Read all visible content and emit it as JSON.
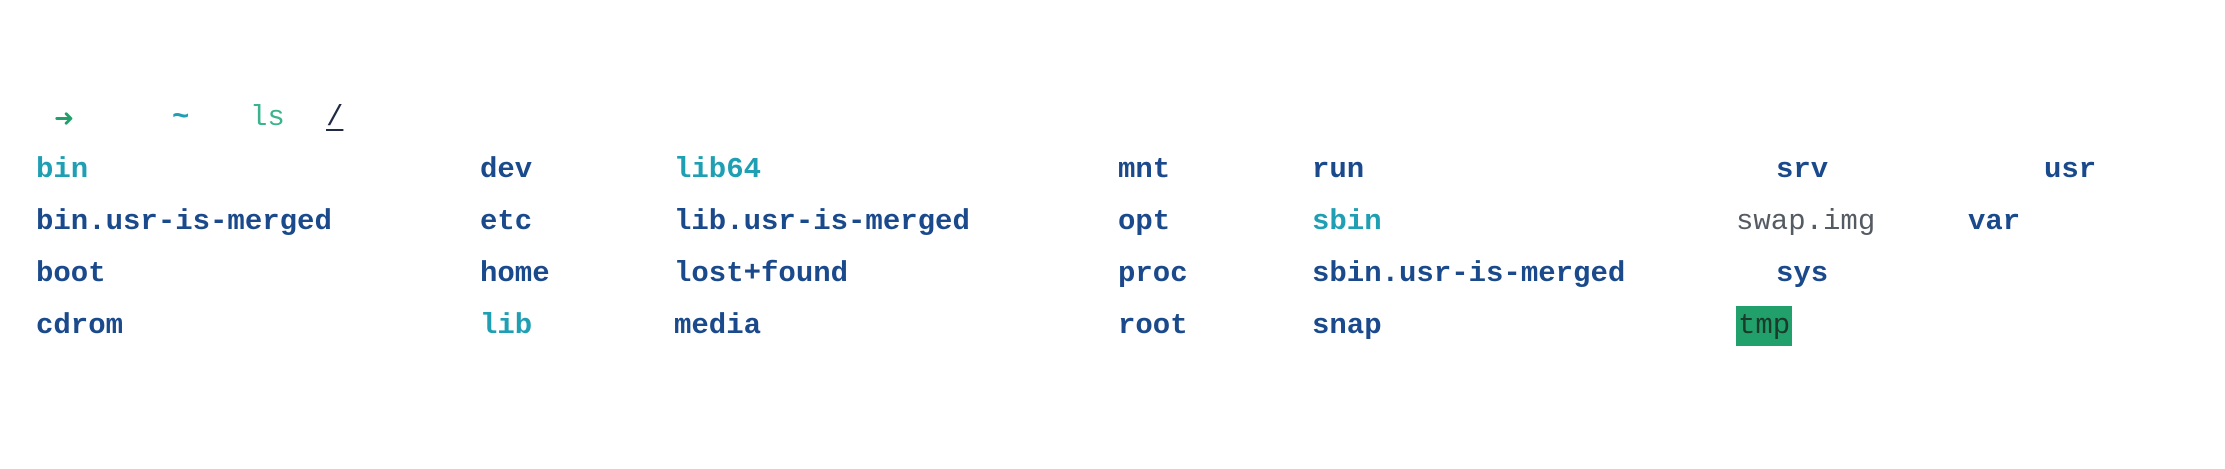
{
  "prompt": {
    "arrow": "➜",
    "cwd": "~",
    "command": "ls",
    "argument": "/"
  },
  "listing": [
    {
      "name": "bin",
      "type": "symlink"
    },
    {
      "name": "bin.usr-is-merged",
      "type": "dir"
    },
    {
      "name": "boot",
      "type": "dir"
    },
    {
      "name": "cdrom",
      "type": "dir"
    },
    {
      "name": "dev",
      "type": "dir"
    },
    {
      "name": "etc",
      "type": "dir"
    },
    {
      "name": "home",
      "type": "dir"
    },
    {
      "name": "lib",
      "type": "symlink"
    },
    {
      "name": "lib64",
      "type": "symlink"
    },
    {
      "name": "lib.usr-is-merged",
      "type": "dir"
    },
    {
      "name": "lost+found",
      "type": "dir"
    },
    {
      "name": "media",
      "type": "dir"
    },
    {
      "name": "mnt",
      "type": "dir"
    },
    {
      "name": "opt",
      "type": "dir"
    },
    {
      "name": "proc",
      "type": "dir"
    },
    {
      "name": "root",
      "type": "dir"
    },
    {
      "name": "run",
      "type": "dir"
    },
    {
      "name": "sbin",
      "type": "symlink"
    },
    {
      "name": "sbin.usr-is-merged",
      "type": "dir"
    },
    {
      "name": "snap",
      "type": "dir"
    },
    {
      "name": "srv",
      "type": "dir"
    },
    {
      "name": "swap.img",
      "type": "file"
    },
    {
      "name": "sys",
      "type": "dir"
    },
    {
      "name": "tmp",
      "type": "sticky"
    },
    {
      "name": "usr",
      "type": "dir"
    },
    {
      "name": "var",
      "type": "dir"
    }
  ],
  "colors": {
    "directory": "#1a4a8c",
    "symlink": "#1f9fb3",
    "file": "#555b63",
    "sticky_bg": "#22a06b",
    "prompt_arrow": "#22a06b",
    "prompt_cwd": "#1f9fb3",
    "prompt_command": "#3bb38c"
  }
}
